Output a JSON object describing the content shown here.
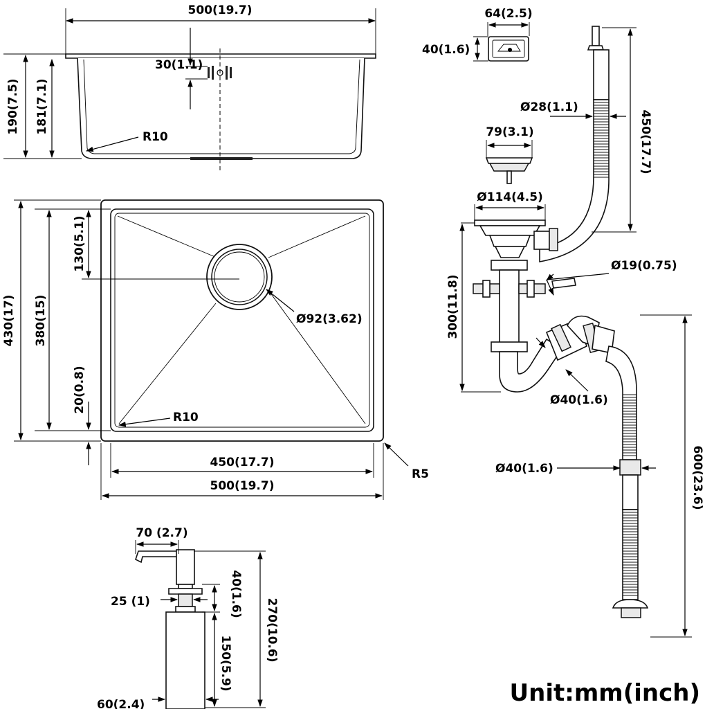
{
  "sink": {
    "side_view": {
      "width": "500(19.7)",
      "height_total": "190(7.5)",
      "height_inner": "181(7.1)",
      "overflow": "30(1.1)",
      "radius": "R10"
    },
    "top_view": {
      "outer_height": "430(17)",
      "inner_height": "380(15)",
      "drain_offset": "130(5.1)",
      "lip": "20(0.8)",
      "drain_diameter": "Ø92(3.62)",
      "corner_radius": "R10",
      "outer_radius": "R5",
      "inner_width": "450(17.7)",
      "outer_width": "500(19.7)"
    }
  },
  "overflow_cover": {
    "width": "64(2.5)",
    "height": "40(1.6)"
  },
  "drain_kit": {
    "overflow_hose_diameter": "Ø28(1.1)",
    "overflow_hose_length": "450(17.7)",
    "strainer_diameter": "79(3.1)",
    "basket_diameter": "Ø114(4.5)",
    "trap_height": "300(11.8)",
    "side_inlet": "Ø19(0.75)",
    "trap_outlet": "Ø40(1.6)",
    "drain_hose_diameter": "Ø40(1.6)",
    "drain_hose_length": "600(23.6)"
  },
  "soap_dispenser": {
    "spout_reach": "70 (2.7)",
    "neck_diameter": "25 (1)",
    "pump_height": "40(1.6)",
    "total_height": "270(10.6)",
    "bottle_height": "150(5.9)",
    "bottle_diameter": "60(2.4)"
  },
  "unit_label": "Unit:mm(inch)"
}
